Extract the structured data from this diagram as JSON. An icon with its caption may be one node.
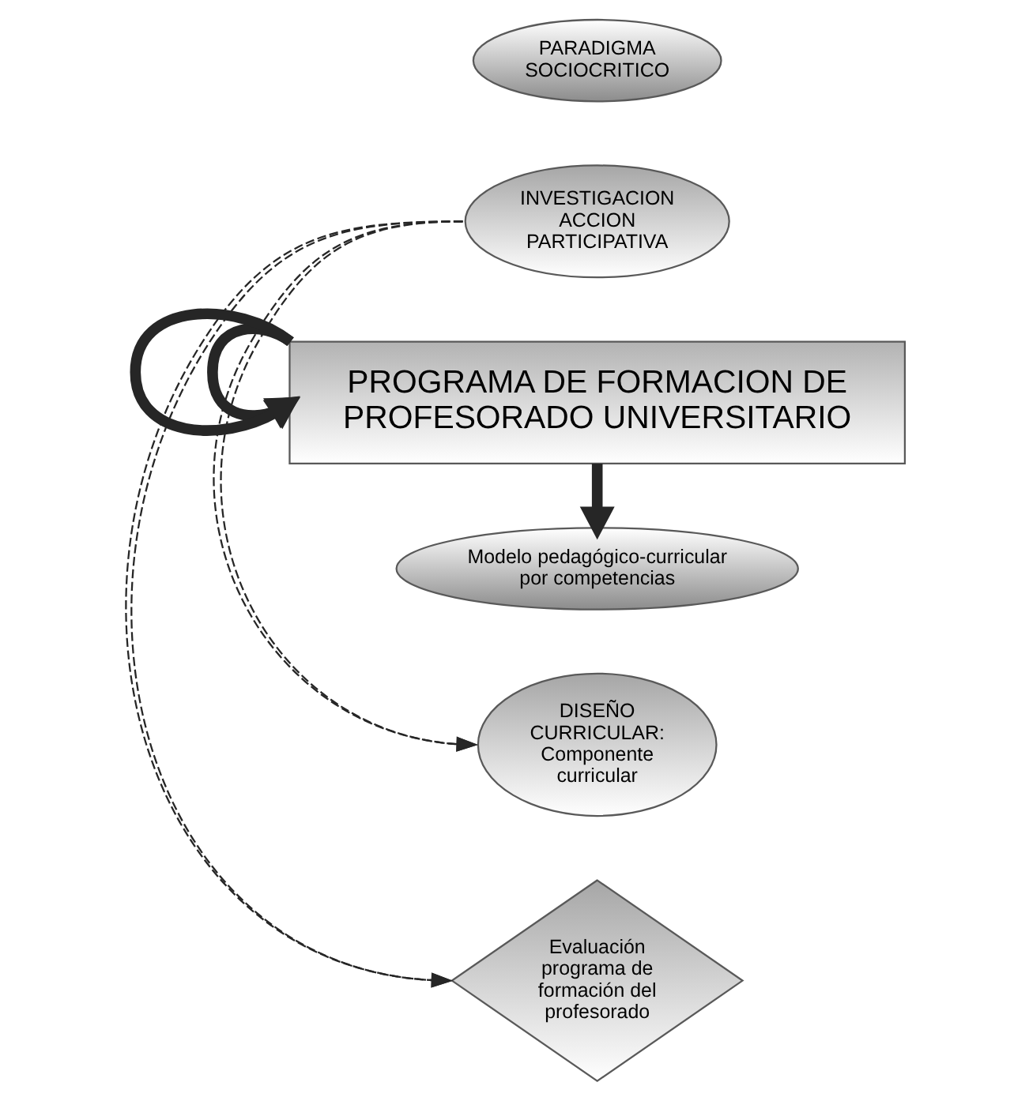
{
  "diagram": {
    "nodes": [
      {
        "text": [
          "PARADIGMA SOCIOCRITICO"
        ]
      },
      {
        "text": [
          "INVESTIGACION ACCION PARTICIPATIVA"
        ]
      },
      {
        "text": [
          "PROGRAMA DE FORMACION DE PROFESORADO UNIVERSITARIO"
        ]
      },
      {
        "text": [
          "Modelo pedagógico-curricular por competencias"
        ]
      },
      {
        "text": [
          "DISEÑO CURRICULAR: Componente curricular"
        ]
      },
      {
        "text": [
          "Evaluación programa de formación del profesorado"
        ]
      }
    ],
    "edges": [
      {
        "from": 2,
        "to": 2,
        "arrow": "to",
        "style": "thick"
      },
      {
        "from": 2,
        "to": 2,
        "arrow": "to",
        "style": "thick"
      },
      {
        "from": 2,
        "to": 3,
        "arrow": "to",
        "style": "thick"
      },
      {
        "from": 1,
        "to": 4,
        "arrow": "to",
        "style": "dashed"
      },
      {
        "from": 1,
        "to": 5,
        "arrow": "to",
        "style": "dashed"
      },
      {
        "from": 1,
        "to": 4,
        "arrow": "to",
        "style": "dashed"
      },
      {
        "from": 1,
        "to": 5,
        "arrow": "to",
        "style": "dashed"
      }
    ]
  }
}
